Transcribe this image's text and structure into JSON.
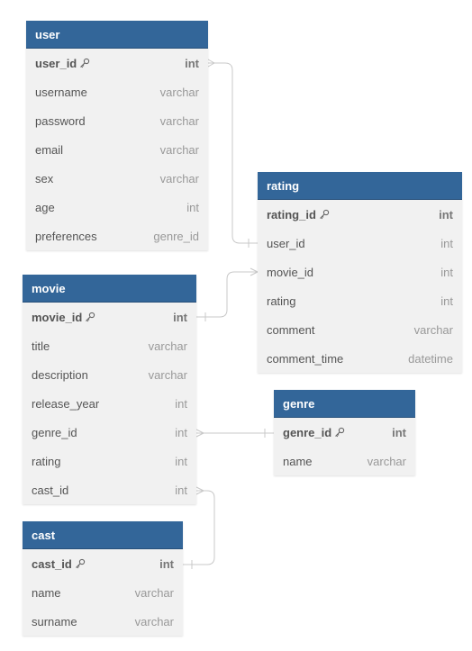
{
  "tables": {
    "user": {
      "name": "user",
      "fields": [
        {
          "name": "user_id",
          "type": "int",
          "pk": true
        },
        {
          "name": "username",
          "type": "varchar"
        },
        {
          "name": "password",
          "type": "varchar"
        },
        {
          "name": "email",
          "type": "varchar"
        },
        {
          "name": "sex",
          "type": "varchar"
        },
        {
          "name": "age",
          "type": "int"
        },
        {
          "name": "preferences",
          "type": "genre_id"
        }
      ]
    },
    "rating": {
      "name": "rating",
      "fields": [
        {
          "name": "rating_id",
          "type": "int",
          "pk": true
        },
        {
          "name": "user_id",
          "type": "int"
        },
        {
          "name": "movie_id",
          "type": "int"
        },
        {
          "name": "rating",
          "type": "int"
        },
        {
          "name": "comment",
          "type": "varchar"
        },
        {
          "name": "comment_time",
          "type": "datetime"
        }
      ]
    },
    "movie": {
      "name": "movie",
      "fields": [
        {
          "name": "movie_id",
          "type": "int",
          "pk": true
        },
        {
          "name": "title",
          "type": "varchar"
        },
        {
          "name": "description",
          "type": "varchar"
        },
        {
          "name": "release_year",
          "type": "int"
        },
        {
          "name": "genre_id",
          "type": "int"
        },
        {
          "name": "rating",
          "type": "int"
        },
        {
          "name": "cast_id",
          "type": "int"
        }
      ]
    },
    "genre": {
      "name": "genre",
      "fields": [
        {
          "name": "genre_id",
          "type": "int",
          "pk": true
        },
        {
          "name": "name",
          "type": "varchar"
        }
      ]
    },
    "cast": {
      "name": "cast",
      "fields": [
        {
          "name": "cast_id",
          "type": "int",
          "pk": true
        },
        {
          "name": "name",
          "type": "varchar"
        },
        {
          "name": "surname",
          "type": "varchar"
        }
      ]
    }
  },
  "relations": [
    {
      "from": "user.user_id",
      "to": "rating.user_id",
      "type": "one-to-many"
    },
    {
      "from": "movie.movie_id",
      "to": "rating.movie_id",
      "type": "one-to-many"
    },
    {
      "from": "genre.genre_id",
      "to": "movie.genre_id",
      "type": "one-to-many"
    },
    {
      "from": "cast.cast_id",
      "to": "movie.cast_id",
      "type": "one-to-many"
    }
  ],
  "colors": {
    "header": "#336699",
    "body": "#f1f1f1",
    "line": "#c8c8c8"
  },
  "icons": {
    "primary_key": "key-icon"
  }
}
